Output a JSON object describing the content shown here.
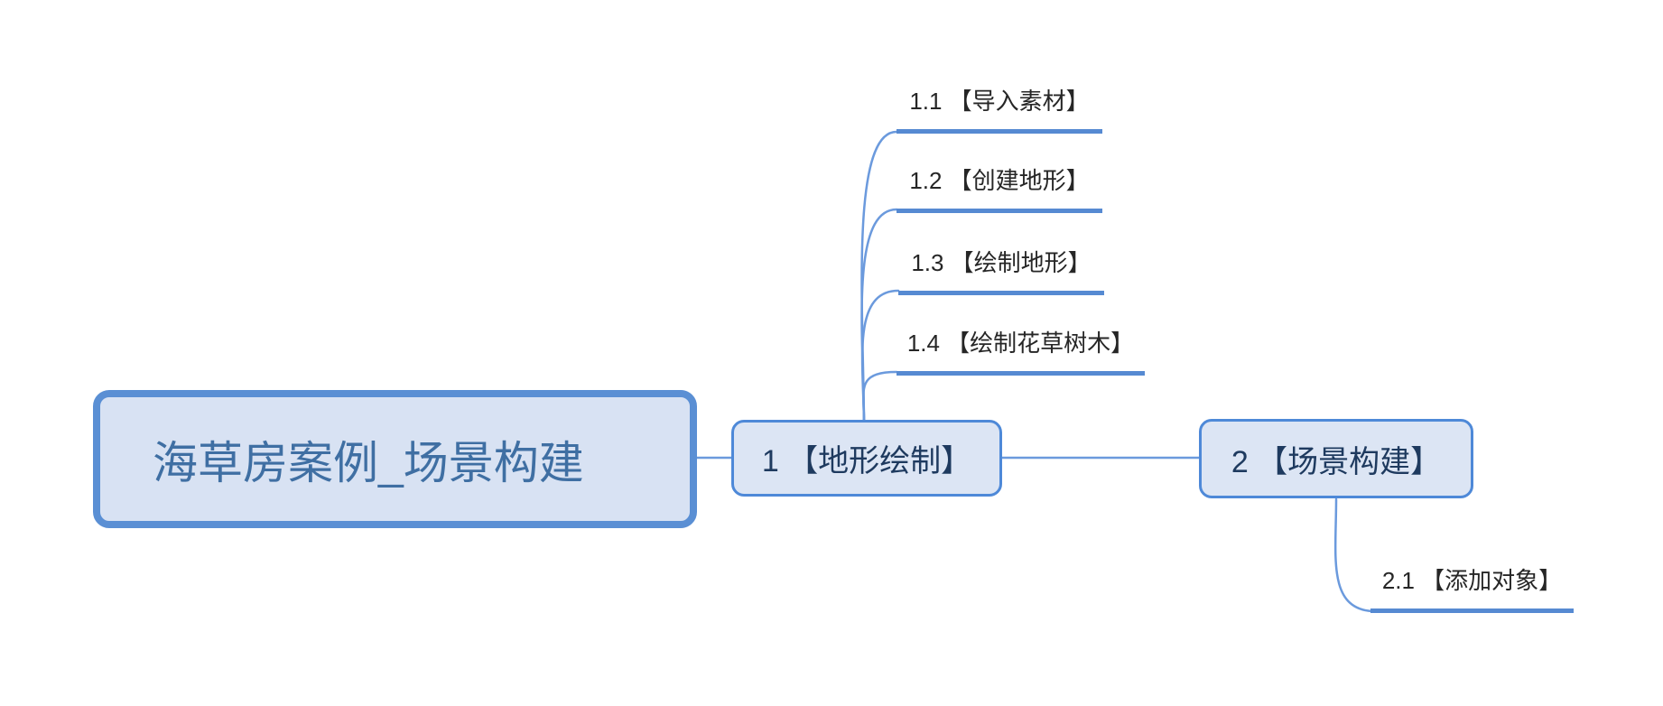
{
  "colors": {
    "background": "#ffffff",
    "root_border": "#5a8fd4",
    "root_fill": "#d8e2f3",
    "root_text": "#3f6fa3",
    "branch_border": "#4e89d8",
    "branch_fill": "#dce5f4",
    "branch_text": "#1e3a5f",
    "leaf_text": "#262626",
    "leaf_underline": "#568ad2",
    "connector_line": "#6b9add"
  },
  "mindmap": {
    "root": {
      "label": "海草房案例_场景构建"
    },
    "branches": [
      {
        "label": "1 【地形绘制】",
        "children": [
          {
            "label": "1.1 【导入素材】"
          },
          {
            "label": "1.2 【创建地形】"
          },
          {
            "label": "1.3 【绘制地形】"
          },
          {
            "label": "1.4 【绘制花草树木】"
          }
        ]
      },
      {
        "label": "2 【场景构建】",
        "children": [
          {
            "label": "2.1 【添加对象】"
          }
        ]
      }
    ]
  }
}
